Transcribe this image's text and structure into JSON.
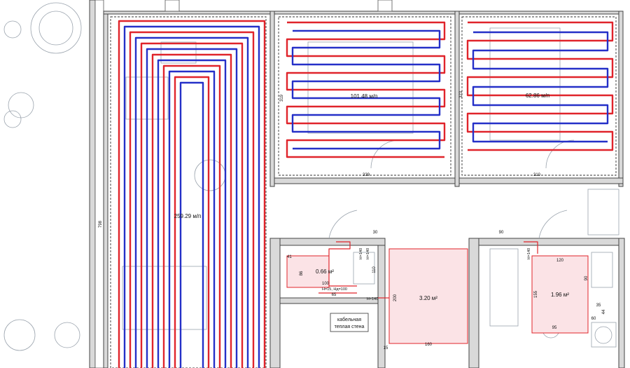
{
  "rooms": {
    "living": {
      "loop_length": "259.29 м/п",
      "dim": "798"
    },
    "bedroom1": {
      "loop_length": "101.48 м/п",
      "dim_side": "319",
      "dim_bottom": "339"
    },
    "bedroom2": {
      "loop_length": "62.86 м/п",
      "dim_side": "323",
      "dim_bottom": "310"
    },
    "wc": {
      "area": "0.66 м²",
      "dim_41": "41",
      "dim_86": "86",
      "dim_100": "100",
      "label_h": "Н=15, Нд=100",
      "dim_65": "65",
      "h140a": "Н=140",
      "h140b": "Н=140"
    },
    "bath_center": {
      "area": "3.20 м²",
      "dim_110": "110",
      "dim_30": "30",
      "dim_200": "200",
      "dim_160": "160",
      "dim_15": "15",
      "h140": "Н=140"
    },
    "bath_right": {
      "area": "1.96 м²",
      "dim_90": "90",
      "dim_120": "120",
      "dim_155": "155",
      "dim_95": "95",
      "dim_35": "35",
      "dim_44": "44",
      "dim_60": "60",
      "dim_90b": "90",
      "h140": "Н=140"
    }
  },
  "note": {
    "line1": "кабельная",
    "line2": "теплая стена"
  },
  "colors": {
    "supply": "#e0242b",
    "return": "#2530c8",
    "wall": "#d9d9d9",
    "heated_area": "#fbe3e6"
  }
}
